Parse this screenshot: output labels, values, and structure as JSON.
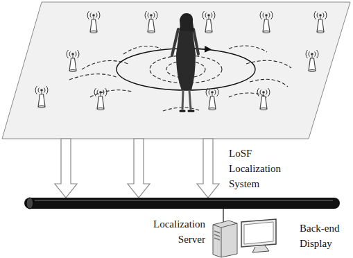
{
  "diagram": {
    "labels": [
      "LoSF Localization System",
      "Localization Server",
      "Back-end Display"
    ]
  }
}
